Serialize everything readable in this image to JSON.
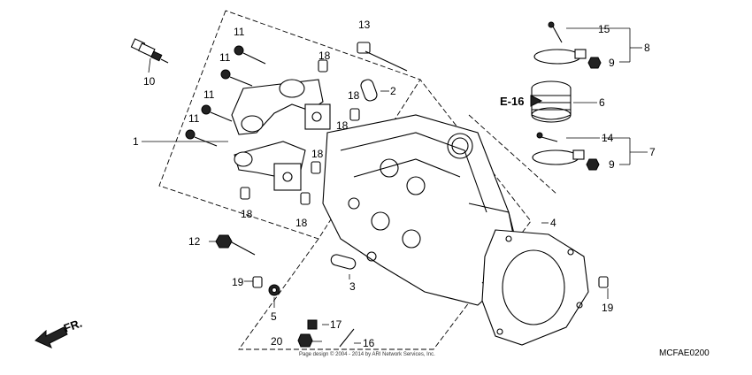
{
  "callouts": [
    "1",
    "2",
    "3",
    "4",
    "5",
    "6",
    "7",
    "8",
    "9",
    "9",
    "10",
    "11",
    "11",
    "11",
    "11",
    "12",
    "13",
    "14",
    "15",
    "16",
    "17",
    "18",
    "18",
    "18",
    "18",
    "18",
    "18",
    "19",
    "19",
    "20"
  ],
  "reference": "E-16",
  "direction_label": "FR.",
  "diagram_code": "MCFAE0200",
  "footer": "Page design © 2004 - 2014 by ARI Network Services, Inc."
}
